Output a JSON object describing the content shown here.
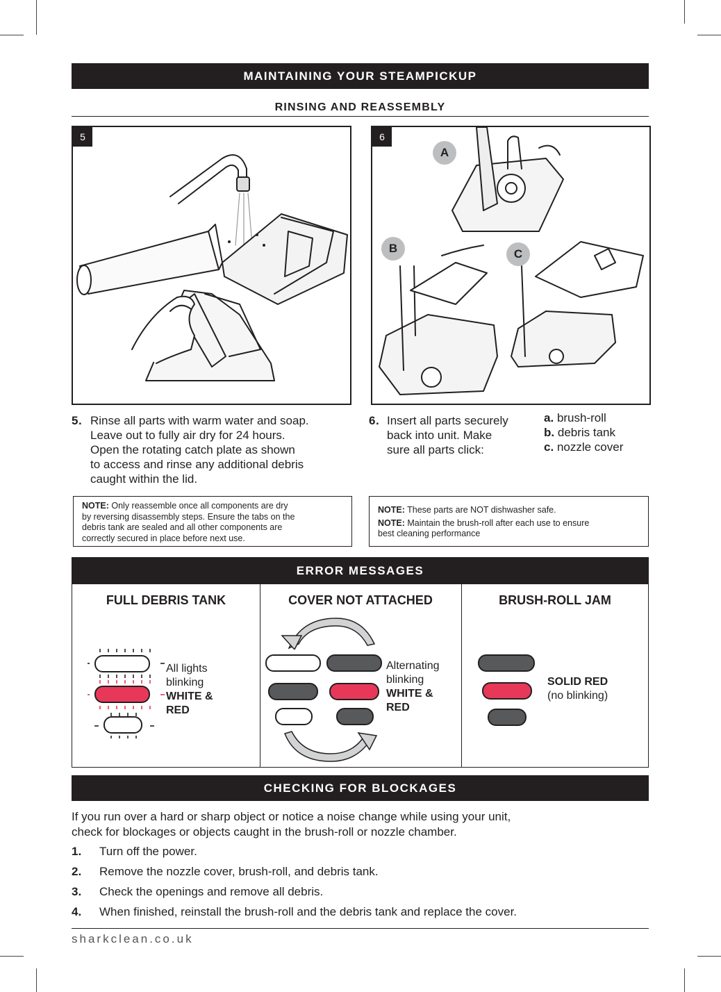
{
  "header": {
    "title": "MAINTAINING YOUR STEAMPICKUP",
    "subtitle": "RINSING AND REASSEMBLY"
  },
  "figures": {
    "fig5_tag": "5",
    "fig6_tag": "6",
    "callout_a": "A",
    "callout_b": "B",
    "callout_c": "C"
  },
  "step5": {
    "number": "5",
    "lines": [
      "Rinse all parts with warm water and soap.",
      "Leave out to fully air dry for 24 hours.",
      "Open the rotating catch plate as shown",
      "to access and rinse any additional debris",
      "caught within the lid."
    ]
  },
  "step6": {
    "number": "6",
    "lines": [
      "Insert all parts securely",
      "back into unit. Make",
      "sure all parts click:"
    ],
    "parts": [
      {
        "letter": "a",
        "label": "brush-roll"
      },
      {
        "letter": "b",
        "label": "debris tank"
      },
      {
        "letter": "c",
        "label": "nozzle cover"
      }
    ]
  },
  "note_left": {
    "prefix": "NOTE:",
    "lines": [
      "Only reassemble once all components are dry",
      "by reversing disassembly steps. Ensure the tabs on the",
      "debris tank are sealed and all other components are",
      "correctly secured in place before next use."
    ]
  },
  "note_right": {
    "n1_prefix": "NOTE:",
    "n1_text": "These parts are NOT dishwasher safe.",
    "n2_prefix": "NOTE:",
    "n2_lines": [
      "Maintain the brush-roll after each use to ensure",
      "best cleaning performance"
    ]
  },
  "errors": {
    "title": "ERROR MESSAGES",
    "full": {
      "heading": "FULL DEBRIS TANK",
      "line1": "All lights",
      "line2": "blinking",
      "line3": "WHITE &",
      "line4": "RED"
    },
    "cover": {
      "heading": "COVER NOT ATTACHED",
      "line1": "Alternating",
      "line2": "blinking",
      "line3": "WHITE &",
      "line4": "RED"
    },
    "jam": {
      "heading": "BRUSH-ROLL JAM",
      "line1": "SOLID RED",
      "line2": "(no blinking)"
    },
    "colors": {
      "red": "#e8385a",
      "grey": "#58595b",
      "white": "#ffffff"
    }
  },
  "blockages": {
    "title": "CHECKING FOR BLOCKAGES",
    "intro_lines": [
      "If you run over a hard or sharp object or notice a noise change while using your unit,",
      "check for blockages or objects caught in the brush-roll or nozzle chamber."
    ],
    "steps": [
      {
        "num": "1.",
        "text": "Turn off the power."
      },
      {
        "num": "2.",
        "text": "Remove the nozzle cover, brush-roll, and debris tank."
      },
      {
        "num": "3.",
        "text": "Check the openings and remove all debris."
      },
      {
        "num": "4.",
        "text": "When finished, reinstall the brush-roll and the debris tank and replace the cover."
      }
    ]
  },
  "footer": {
    "url": "sharkclean.co.uk"
  }
}
